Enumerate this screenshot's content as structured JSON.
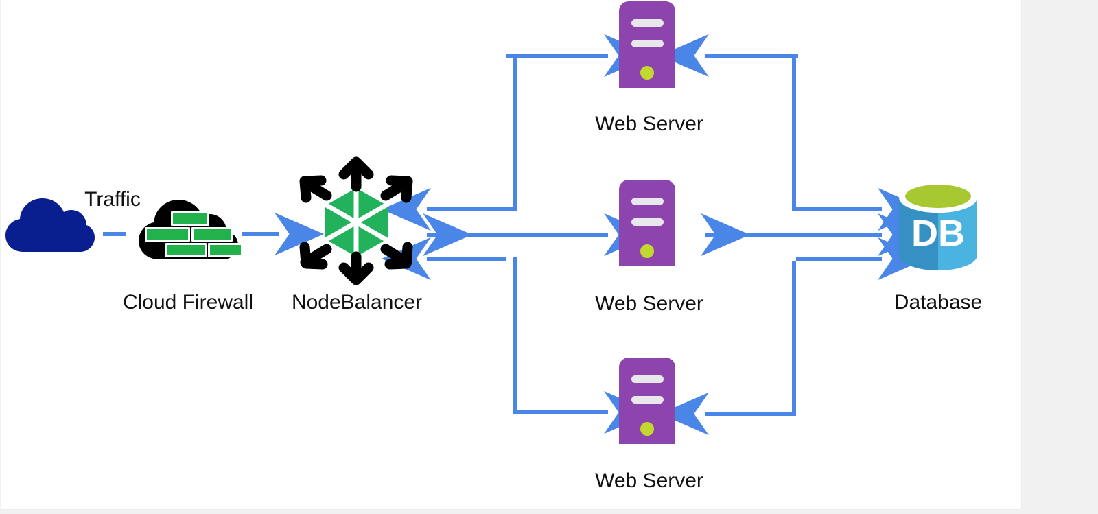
{
  "diagram": {
    "title": "Cloud web application architecture with NodeBalancer",
    "background_color": "#f1f1f1",
    "canvas_color": "#ffffff",
    "arrow_color": "#4a86e8",
    "nodes": [
      {
        "id": "traffic",
        "icon": "cloud-icon",
        "inline_label": "Traffic",
        "label": "",
        "color": "#0a1f8f"
      },
      {
        "id": "cloud-firewall",
        "icon": "firewall-cloud-icon",
        "label": "Cloud Firewall",
        "color": "#000000",
        "accent": "#22b24c"
      },
      {
        "id": "nodebalancer",
        "icon": "nodebalancer-icon",
        "label": "NodeBalancer",
        "color": "#000000",
        "accent": "#21b25b"
      },
      {
        "id": "web-server-1",
        "icon": "server-tower-icon",
        "label": "Web Server",
        "color": "#8e44ad",
        "accent": "#c3d82e"
      },
      {
        "id": "web-server-2",
        "icon": "server-tower-icon",
        "label": "Web Server",
        "color": "#8e44ad",
        "accent": "#c3d82e"
      },
      {
        "id": "web-server-3",
        "icon": "server-tower-icon",
        "label": "Web Server",
        "color": "#8e44ad",
        "accent": "#c3d82e"
      },
      {
        "id": "database",
        "icon": "database-cylinder-icon",
        "label": "Database",
        "badge": "DB",
        "color": "#3aa0d4",
        "accent": "#a8c832"
      }
    ],
    "labels": {
      "traffic": "Traffic",
      "cloud_firewall": "Cloud Firewall",
      "nodebalancer": "NodeBalancer",
      "web_server_1": "Web Server",
      "web_server_2": "Web Server",
      "web_server_3": "Web Server",
      "database": "Database",
      "db_badge": "DB"
    },
    "connections": [
      {
        "from": "traffic",
        "to": "cloud-firewall",
        "style": "dash",
        "direction": "none"
      },
      {
        "from": "cloud-firewall",
        "to": "nodebalancer",
        "style": "solid",
        "direction": "forward"
      },
      {
        "from": "web-server-1",
        "to": "nodebalancer",
        "style": "elbow",
        "direction": "both"
      },
      {
        "from": "nodebalancer",
        "to": "web-server-2",
        "style": "straight",
        "direction": "both"
      },
      {
        "from": "nodebalancer",
        "to": "web-server-3",
        "style": "elbow",
        "direction": "both"
      },
      {
        "from": "web-server-1",
        "to": "database",
        "style": "elbow",
        "direction": "both"
      },
      {
        "from": "web-server-2",
        "to": "database",
        "style": "straight",
        "direction": "both"
      },
      {
        "from": "web-server-3",
        "to": "database",
        "style": "elbow",
        "direction": "both"
      }
    ]
  }
}
